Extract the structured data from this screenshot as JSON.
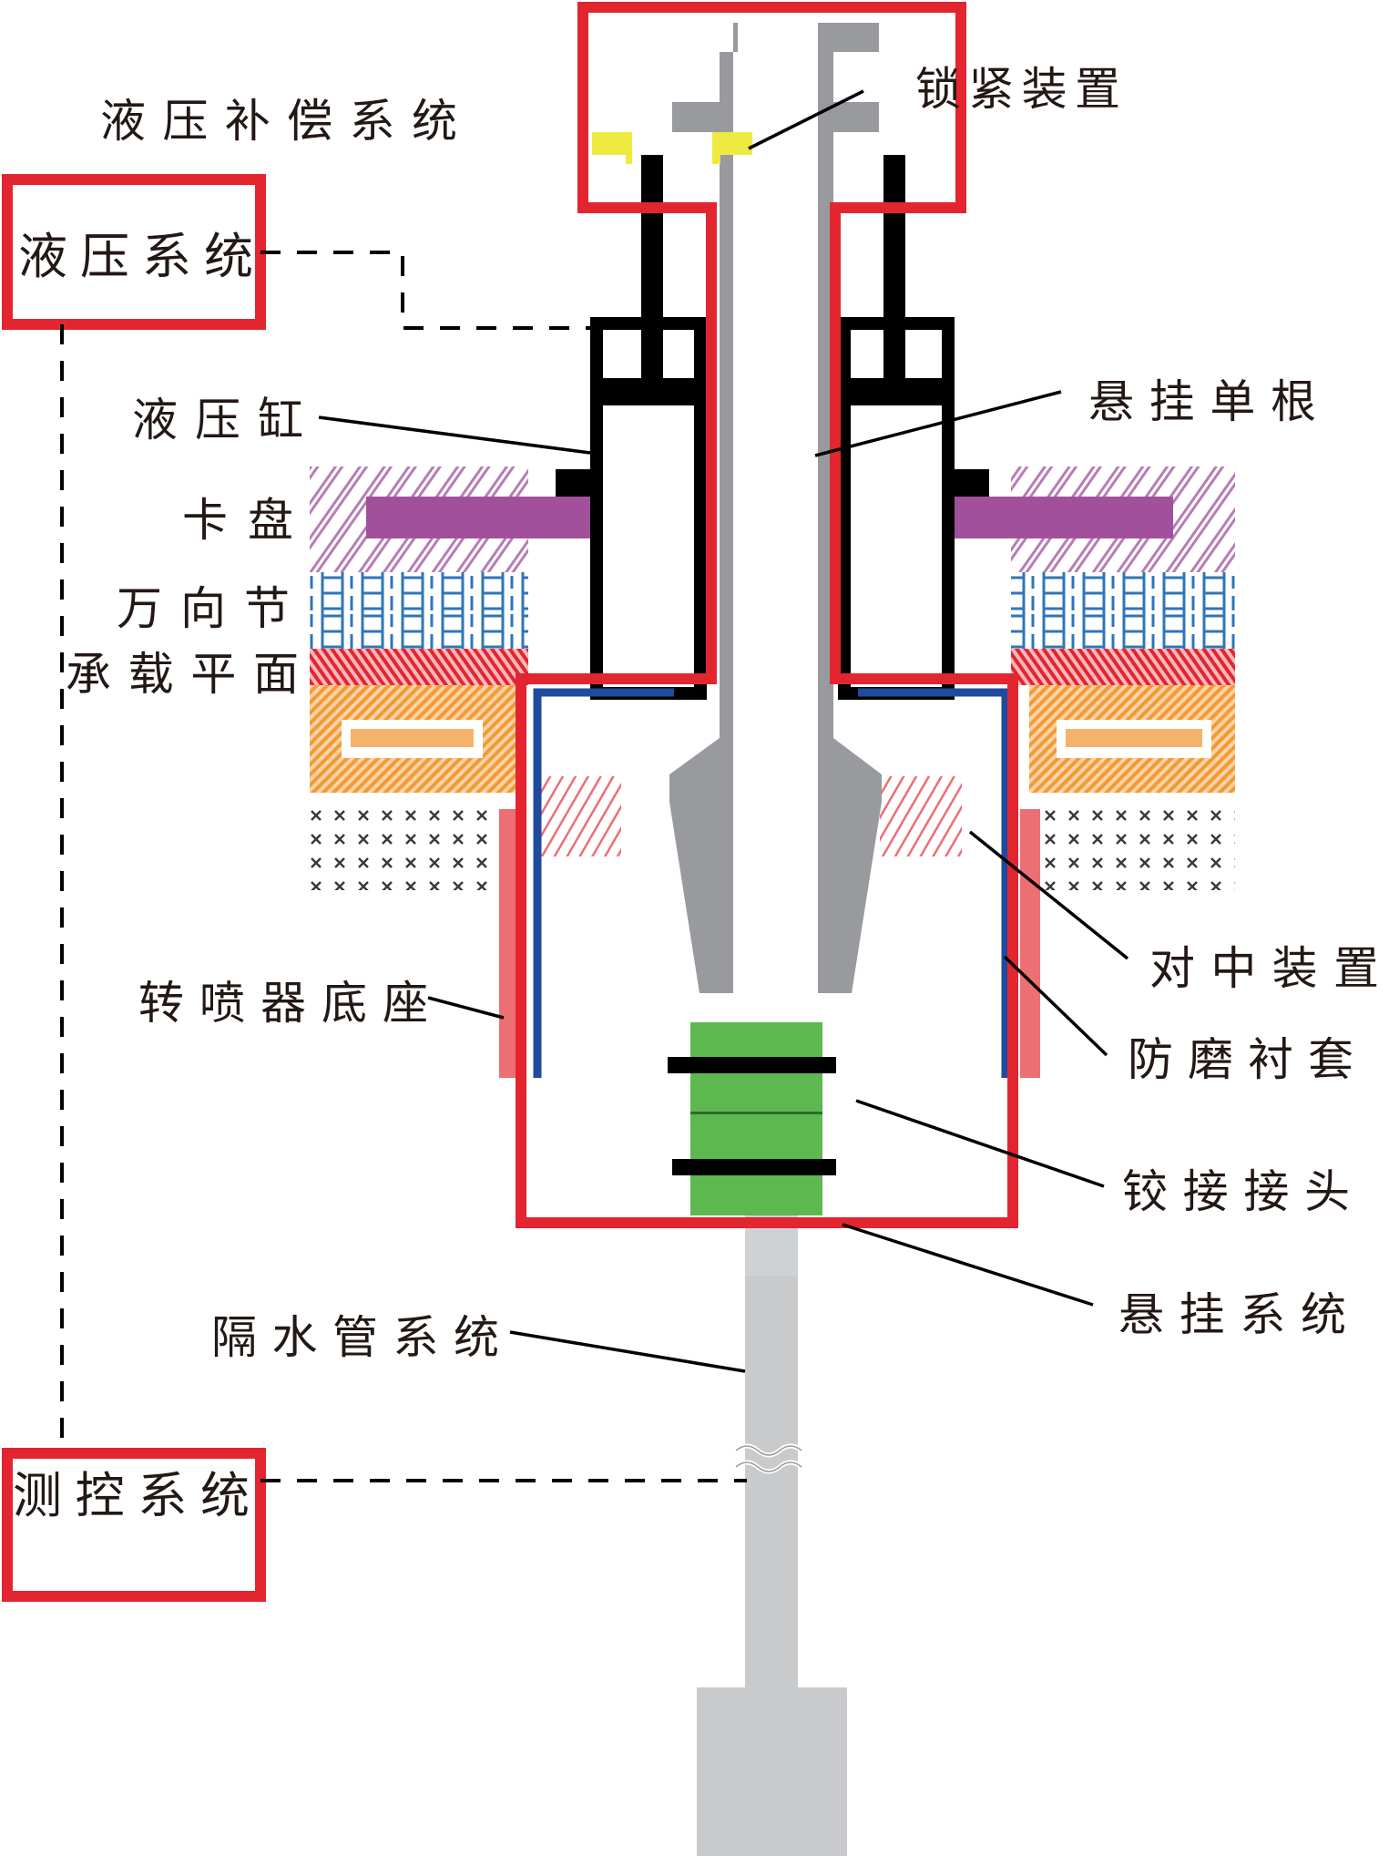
{
  "title": "液压补偿系统",
  "boxed_labels": {
    "hydraulic_system": "液压系统",
    "monitoring_system": "测控系统"
  },
  "left_labels": {
    "hydraulic_cylinder": "液压缸",
    "chuck": "卡盘",
    "universal_joint": "万向节",
    "bearing_plane": "承载平面",
    "rotary_table_base": "转喷器底座",
    "riser_system": "隔水管系统"
  },
  "right_labels": {
    "locking_device": "锁紧装置",
    "suspension_single": "悬挂单根",
    "centering_device": "对中装置",
    "wear_bushing": "防磨衬套",
    "hinge_joint": "铰接接头",
    "suspension_system": "悬挂系统"
  },
  "colors": {
    "system_outline": "#e32530",
    "locking_device": "#eeea3f",
    "chuck": "#a1519b",
    "wear_bushing": "#1f4a9e",
    "hinge_joint": "#5db84f",
    "pipe_dark": "#989a9d",
    "riser": "#c9cacc",
    "base_pink": "#ec6f74",
    "universal_joint_hatch": "#2f76b8",
    "bearing_plane_hatch": "#e32530",
    "orange_layer": "#f39a35"
  }
}
